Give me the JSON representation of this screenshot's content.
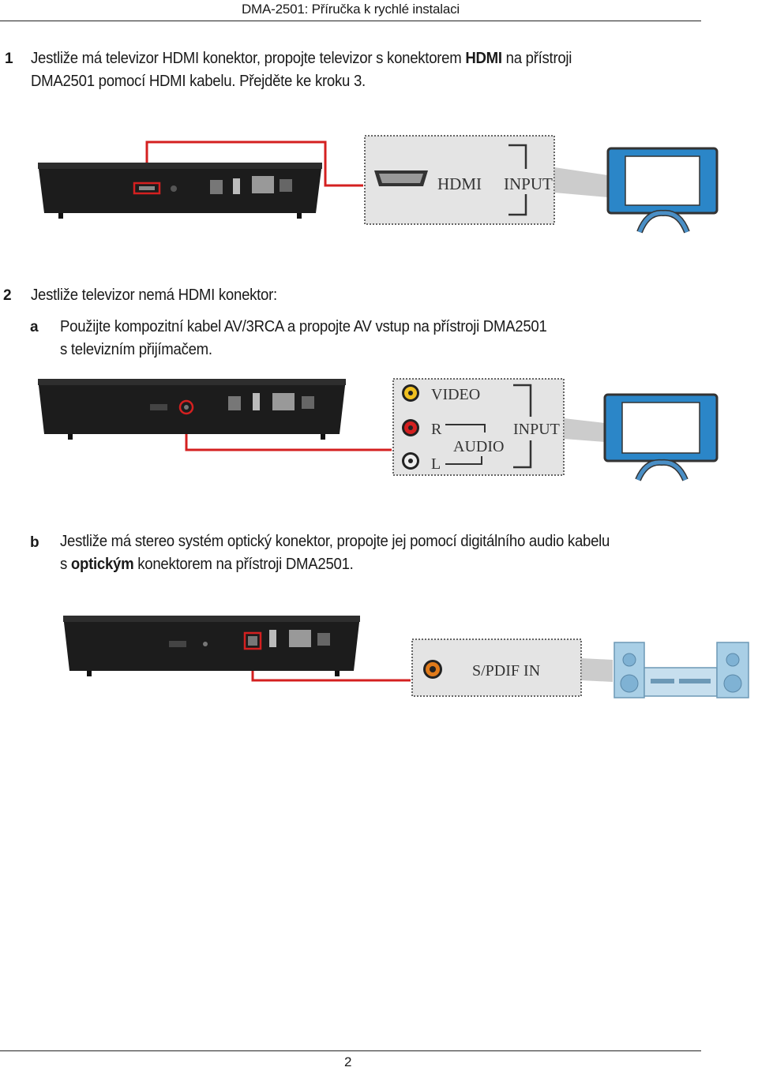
{
  "header": {
    "title": "DMA-2501: Příručka k rychlé instalaci"
  },
  "step1": {
    "num": "1",
    "line1_a": "Jestliže má televizor HDMI konektor, propojte televizor s konektorem ",
    "line1_bold": "HDMI",
    "line1_b": " na přístroji",
    "line2": "DMA2501 pomocí HDMI kabelu. Přejděte ke kroku 3."
  },
  "figure1": {
    "connector_label": "HDMI",
    "input_label": "INPUT"
  },
  "step2": {
    "num": "2",
    "text": "Jestliže televizor nemá HDMI konektor:"
  },
  "step2a": {
    "letter": "a",
    "line1": "Použijte kompozitní kabel AV/3RCA a propojte AV vstup na přístroji DMA2501",
    "line2": "s televizním přijímačem."
  },
  "figure2": {
    "video_label": "VIDEO",
    "r_label": "R",
    "audio_label": "AUDIO",
    "l_label": "L",
    "input_label": "INPUT"
  },
  "step2b": {
    "letter": "b",
    "line1": "Jestliže má stereo systém optický konektor, propojte jej pomocí digitálního audio kabelu",
    "line2_a": "s ",
    "line2_bold": "optickým",
    "line2_b": " konektorem na přístroji DMA2501."
  },
  "figure3": {
    "spdif_label": "S/PDIF IN"
  },
  "footer": {
    "page_number": "2"
  },
  "colors": {
    "cable": "#d42020",
    "device": "#1c1c1c",
    "tv_frame": "#2b86c8",
    "panel_bg": "#e4e4e4"
  }
}
